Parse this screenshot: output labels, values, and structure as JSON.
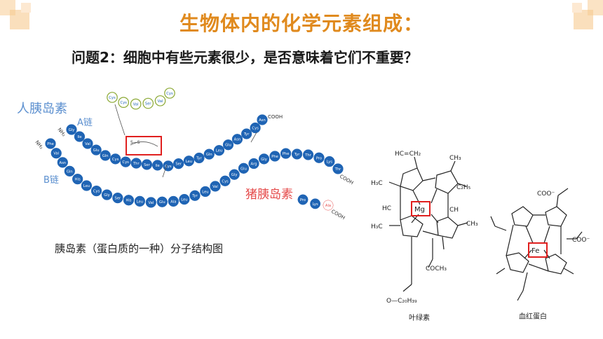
{
  "slide": {
    "title": "生物体内的化学元素组成：",
    "question": "问题2：细胞中有些元素很少，是否意味着它们不重要？",
    "caption": "胰岛素（蛋白质的一种）分子结构图"
  },
  "insulin": {
    "human_label": "人胰岛素",
    "pig_label": "猪胰岛素",
    "chain_a_label": "A链",
    "chain_b_label": "B链",
    "nh2": "NH₂",
    "cooh": "COOH",
    "ss": "S—S",
    "top_loop": [
      "Cys",
      "Cys",
      "Val",
      "Ser",
      "Val",
      "Cys"
    ],
    "chain_a": [
      "Gly",
      "Ile",
      "Val",
      "Glu",
      "Gln",
      "Cys",
      "Cys",
      "Thr",
      "Ser",
      "Ile",
      "Cys",
      "Ser",
      "Leu",
      "Tyr",
      "Gln",
      "Leu",
      "Glu",
      "Asn",
      "Tyr",
      "Cys",
      "Asn"
    ],
    "chain_b": [
      "Phe",
      "Val",
      "Asn",
      "Gln",
      "His",
      "Leu",
      "Cys",
      "Gly",
      "Ser",
      "His",
      "Leu",
      "Val",
      "Glu",
      "Ala",
      "Leu",
      "Tyr",
      "Leu",
      "Val",
      "Cys",
      "Gly",
      "Glu",
      "Arg",
      "Gly",
      "Phe",
      "Phe",
      "Tyr",
      "Thr",
      "Pro",
      "Lys",
      "Thr"
    ],
    "pig_tail": [
      "Pro",
      "Lys",
      "Ala"
    ],
    "colors": {
      "bead": "#1f64b4",
      "loop_fill": "#ffffff",
      "label": "#5b8fcf",
      "pig": "#e54a4a",
      "box": "#e0201f"
    }
  },
  "chlorophyll": {
    "label": "叶绿素",
    "metal": "Mg",
    "groups": {
      "vinyl": "HC=CH₂",
      "ch3": "CH₃",
      "ch3_left": "H₃C",
      "hc": "HC",
      "ch": "CH",
      "c2h5": "C₂H₅",
      "cooch3": "COCH₃",
      "ester": "O—C₂₀H₃₉"
    }
  },
  "hemoglobin": {
    "label": "血红蛋白",
    "metal": "Fe",
    "coo": "COO⁻"
  }
}
